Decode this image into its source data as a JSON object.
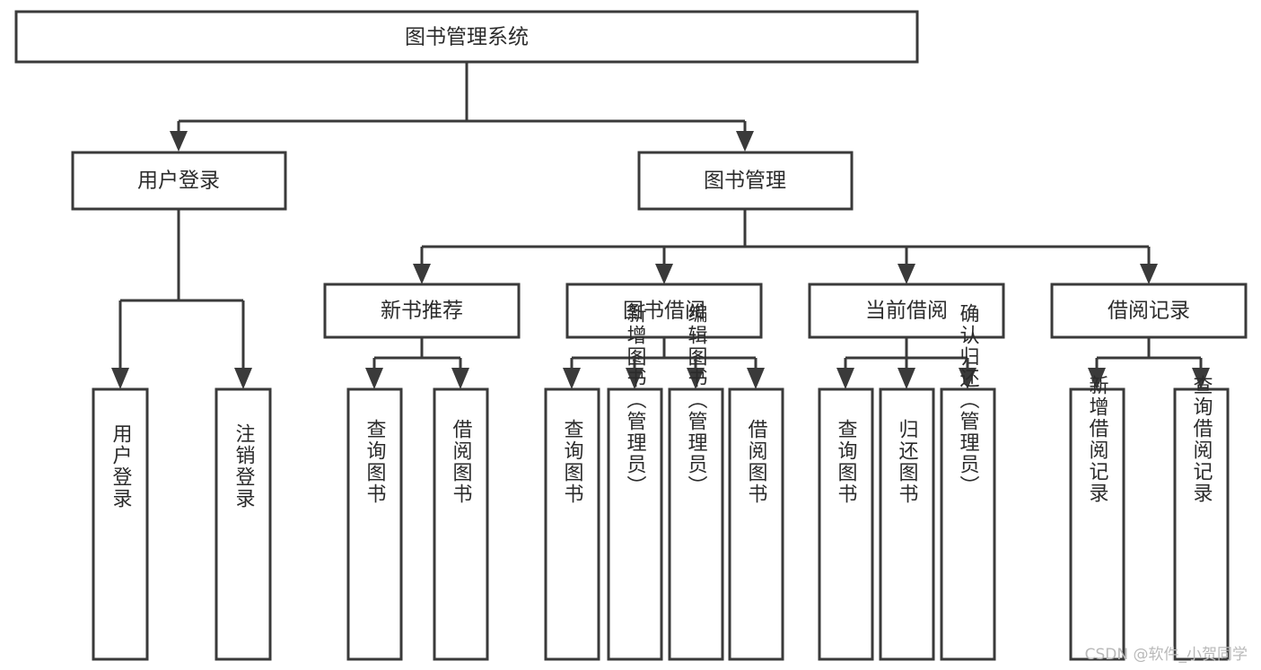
{
  "diagram": {
    "type": "hierarchy-tree",
    "title": "图书管理系统",
    "root": {
      "id": "root",
      "label": "图书管理系统"
    },
    "level1": [
      {
        "id": "user-login",
        "label": "用户登录"
      },
      {
        "id": "book-manage",
        "label": "图书管理"
      }
    ],
    "level2": [
      {
        "id": "new-book-recommend",
        "label": "新书推荐",
        "parent": "book-manage"
      },
      {
        "id": "book-borrow",
        "label": "图书借阅",
        "parent": "book-manage"
      },
      {
        "id": "current-borrow",
        "label": "当前借阅",
        "parent": "book-manage"
      },
      {
        "id": "borrow-record",
        "label": "借阅记录",
        "parent": "book-manage"
      }
    ],
    "leaves": [
      {
        "id": "leaf-user-login",
        "label": "用户登录",
        "parent": "user-login"
      },
      {
        "id": "leaf-logout-login",
        "label": "注销登录",
        "parent": "user-login"
      },
      {
        "id": "leaf-query-book-1",
        "label": "查询图书",
        "parent": "new-book-recommend"
      },
      {
        "id": "leaf-borrow-book-1",
        "label": "借阅图书",
        "parent": "new-book-recommend"
      },
      {
        "id": "leaf-query-book-2",
        "label": "查询图书",
        "parent": "book-borrow"
      },
      {
        "id": "leaf-add-book",
        "label": "新增图书（管理员）",
        "parent": "book-borrow"
      },
      {
        "id": "leaf-edit-book",
        "label": "编辑图书（管理员）",
        "parent": "book-borrow"
      },
      {
        "id": "leaf-borrow-book-2",
        "label": "借阅图书",
        "parent": "book-borrow"
      },
      {
        "id": "leaf-query-book-3",
        "label": "查询图书",
        "parent": "current-borrow"
      },
      {
        "id": "leaf-return-book",
        "label": "归还图书",
        "parent": "current-borrow"
      },
      {
        "id": "leaf-confirm-return",
        "label": "确认归还（管理员）",
        "parent": "current-borrow"
      },
      {
        "id": "leaf-add-borrow-record",
        "label": "新增借阅记录",
        "parent": "borrow-record"
      },
      {
        "id": "leaf-query-borrow-record",
        "label": "查询借阅记录",
        "parent": "borrow-record"
      }
    ]
  },
  "watermark": {
    "text": "CSDN @软件_小贺同学"
  },
  "colors": {
    "stroke": "#3a3a3a",
    "box_fill": "#ffffff",
    "text": "#2b2b2b",
    "watermark": "#b9b9b9",
    "background": "#ffffff"
  }
}
